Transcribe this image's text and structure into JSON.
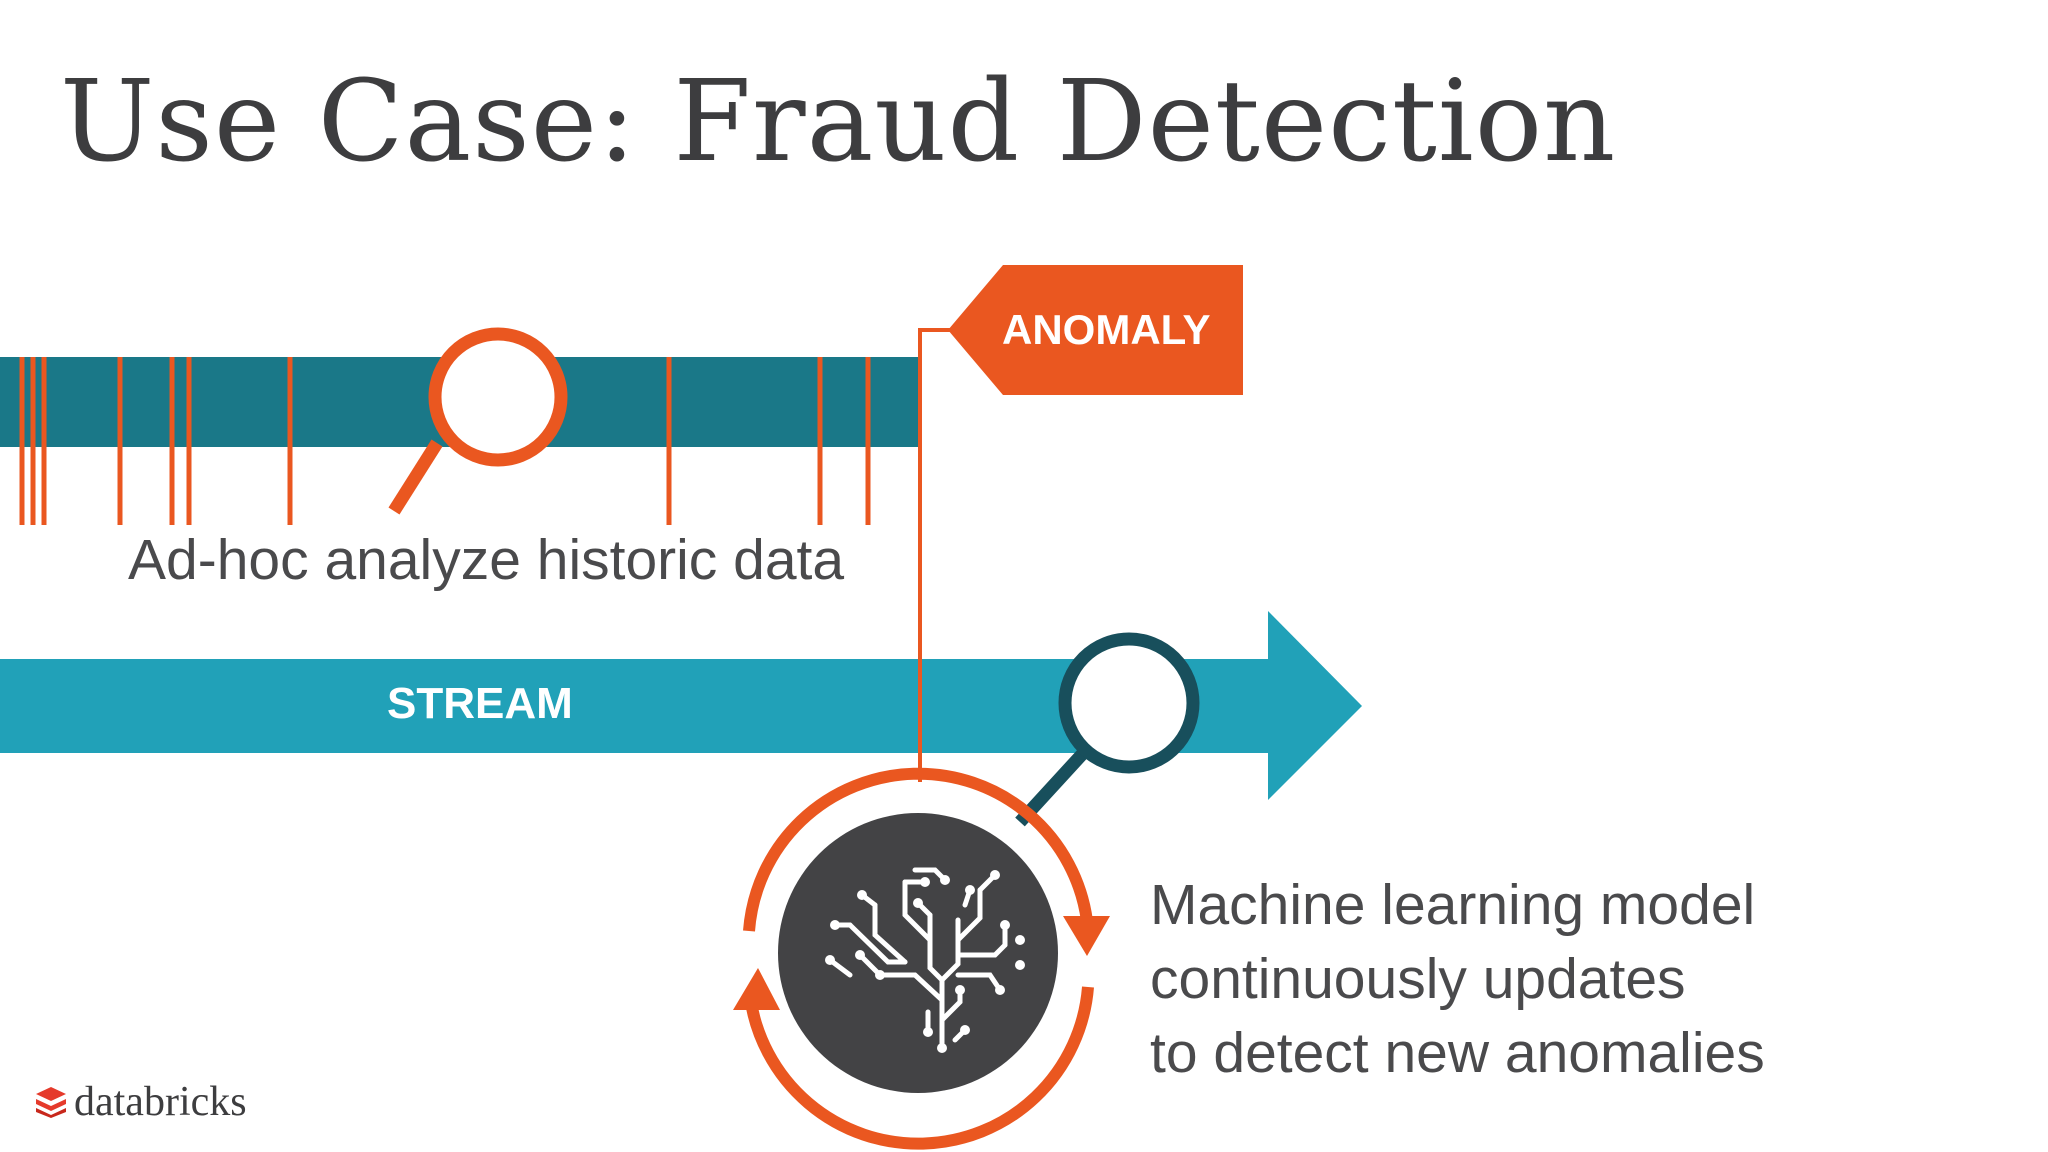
{
  "slide": {
    "title": "Use Case: Fraud Detection"
  },
  "diagram": {
    "anomaly_tag": "ANOMALY",
    "stream_label": "STREAM",
    "historic_caption": "Ad-hoc analyze historic data",
    "ml_caption_lines": [
      "Machine learning model",
      "continuously updates",
      "to detect new anomalies"
    ]
  },
  "brand": {
    "logo_text": "databricks"
  },
  "icons": {
    "historic_search": "magnifier-icon",
    "stream_search": "magnifier-icon",
    "model": "brain-circuit-icon",
    "cycle": "refresh-cycle-icon",
    "logo": "databricks-logo-icon"
  },
  "colors": {
    "historic_band": "#1a7888",
    "stream_band": "#21a1b8",
    "accent_orange": "#ea5720",
    "dark_teal": "#184f5c",
    "brain_circle": "#434345",
    "text": "#4a4a4c",
    "logo_red": "#e53a2b"
  }
}
